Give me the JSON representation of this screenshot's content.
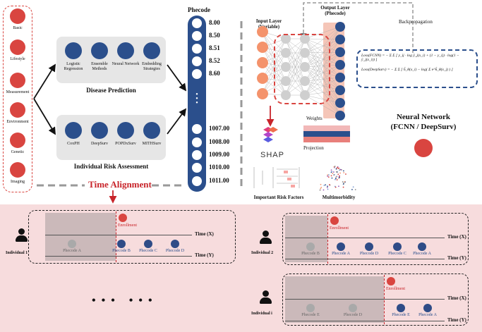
{
  "factors": {
    "items": [
      {
        "label": "Basic"
      },
      {
        "label": "Lifestyle"
      },
      {
        "label": "Measurement"
      },
      {
        "label": "Environment"
      },
      {
        "label": "Genetic"
      },
      {
        "label": "Imaging"
      }
    ]
  },
  "disease_prediction": {
    "title": "Disease Prediction",
    "methods": [
      {
        "label": "Logistic Regression"
      },
      {
        "label": "Ensemble Methods"
      },
      {
        "label": "Neural Network"
      },
      {
        "label": "Embedding Strategies"
      }
    ]
  },
  "risk_assessment": {
    "title": "Individual Risk Assessment",
    "methods": [
      {
        "label": "CoxPH"
      },
      {
        "label": "DeepSurv"
      },
      {
        "label": "POPDxSurv"
      },
      {
        "label": "MITHSurv"
      }
    ]
  },
  "phecode": {
    "title": "Phecode",
    "codes_top": [
      "8.00",
      "8.50",
      "8.51",
      "8.52",
      "8.60"
    ],
    "codes_bottom": [
      "1007.00",
      "1008.00",
      "1009.00",
      "1010.00",
      "1011.00"
    ]
  },
  "network": {
    "input_label": "Input Layer (Variable)",
    "output_label": "Output Layer (Phecode)",
    "backprop_label": "Backpropagation",
    "weights_label": "Weights",
    "projection_label": "Projection",
    "shap_label": "SHAP",
    "risk_factors_label": "Important Risk Factors",
    "multimorbidity_label": "Multimorbidity",
    "title_line1": "Neural Network",
    "title_line2": "(FCNN / DeepSurv)",
    "loss_fcnn": "Loss(FCNN) = − Σ Σ [ y_ij · log ŷ_j(x_i) + (1 − y_ij) · log(1 − ŷ_j(x_i)) ]",
    "loss_deepsurv": "Loss(DeepSurv) = − Σ Σ [ ĥ_θ(x_i) − log( Σ e^ĥ_θ(x_j) ) ]"
  },
  "time_alignment": {
    "title": "Time Alignment",
    "enrollment_label": "Enrollment",
    "time_x_label": "Time (X)",
    "time_y_label": "Time (Y)",
    "ellipsis": "• • •   • • •",
    "individuals": [
      {
        "label": "Individual 1",
        "phecodes": [
          "Phecode A",
          "Phecode B",
          "Phecode C",
          "Phecode D"
        ]
      },
      {
        "label": "Individual 2",
        "phecodes": [
          "Phecode B",
          "Phecode A",
          "Phecode D",
          "Phecode C",
          "Phecode A"
        ]
      },
      {
        "label": "Individual i",
        "phecodes": [
          "Phecode E",
          "Phecode D",
          "Phecode E",
          "Phecode A"
        ]
      }
    ]
  },
  "colors": {
    "red": "#d94540",
    "navy": "#2b4f8c",
    "pink_bg": "#f7dcdd",
    "grey_panel": "#e6e6e6"
  }
}
